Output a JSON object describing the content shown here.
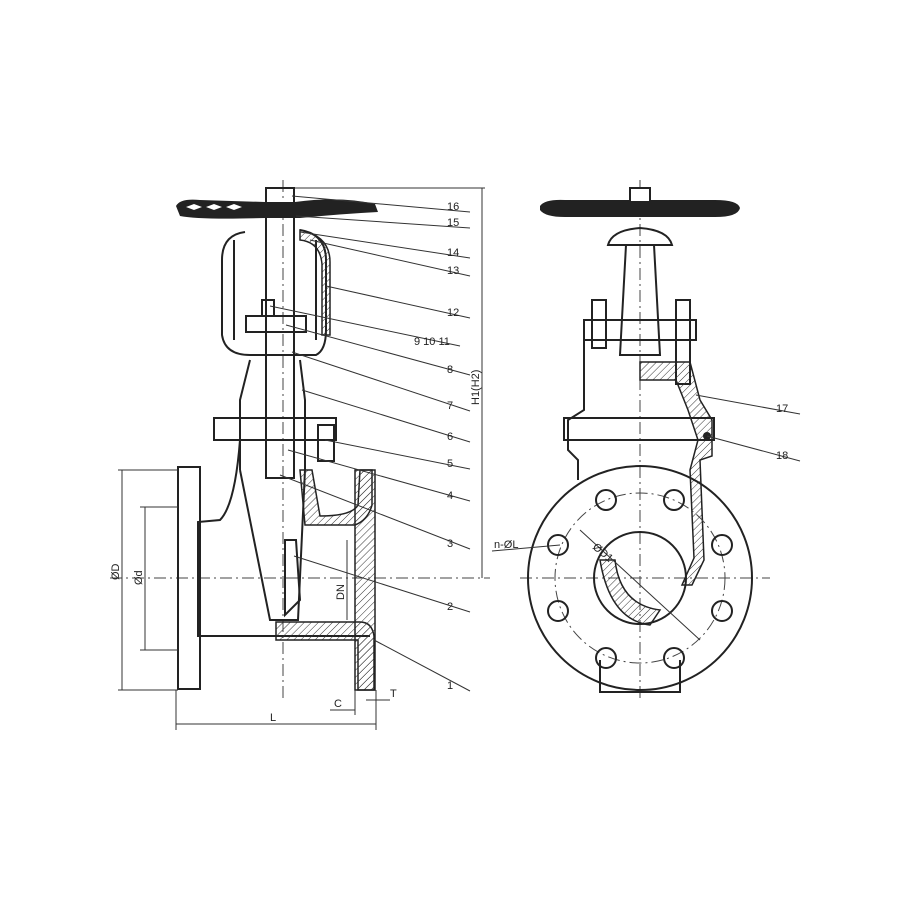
{
  "drawing": {
    "left_view_labels": [
      "16",
      "15",
      "14",
      "13",
      "12",
      "9  10  11",
      "8",
      "7",
      "6",
      "5",
      "4",
      "3",
      "2",
      "1"
    ],
    "right_view_labels": [
      "17",
      "18"
    ],
    "dimensions": {
      "outer_diameter": "ØD",
      "inner_diameter": "Ød",
      "nominal": "DN",
      "c": "C",
      "t": "T",
      "length": "L",
      "height": "H1(H2)",
      "bolt_holes": "n-ØL",
      "bolt_circle": "ØD1"
    }
  }
}
